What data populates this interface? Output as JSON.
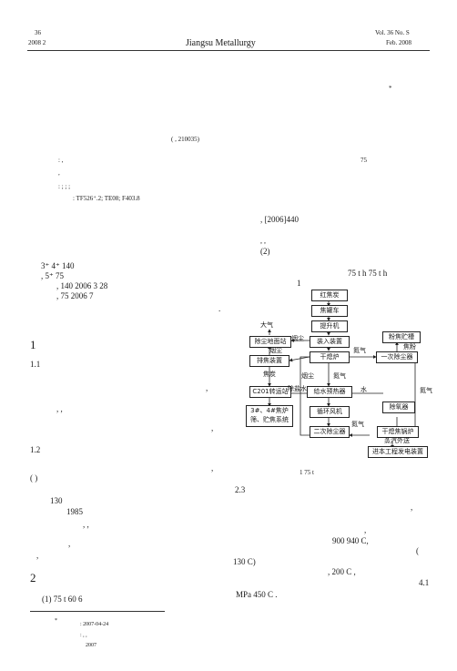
{
  "header": {
    "vol_left": "36",
    "year_left": "2008   2",
    "journal": "Jiangsu Metallurgy",
    "vol_right": "Vol. 36  No. S",
    "date_right": "Feb. 2008"
  },
  "title_marker": "*",
  "affiliation": "(                ,            210035)",
  "abstract": {
    "line1": ":                                    ,",
    "line1_b": "75",
    "line2": ",",
    "keywords": ":       ;      ;      ;",
    "clc": ":  TF526⁺.2;  TE08;  F403.8"
  },
  "right_intro": {
    "ref_line": ",                    [2006]440",
    "line2": ",                        ,",
    "line3": "(2)"
  },
  "left_para": {
    "l1": "3⁺  4⁺                                                          140",
    "l2": ",    5⁺                                                            75",
    "l3": ",        140                        2006    3    28",
    "l4": ",         75                         2006    7",
    "l5": "."
  },
  "right_text": {
    "line1": "75 t h    75 t h",
    "line2": "1"
  },
  "sections": {
    "s1": "1",
    "s1_1": "1.1",
    "s1_2": "1.2",
    "s2": "2"
  },
  "left_body": {
    "a": ",",
    "b": ",                              ,",
    "c": ",",
    "d": "(          )",
    "e": "130",
    "f": "1985",
    "g": ",                                   ,",
    "h": ",",
    "i": ",",
    "j": "(1) 75 t                                         60      6"
  },
  "flowchart": {
    "boxes": {
      "red_coke": "红焦炭",
      "coke_tank": "焦罐车",
      "hoist": "提升机",
      "charging": "装入装置",
      "dust_ground": "除尘地面站",
      "dryer": "干熄炉",
      "coke_discharge": "排焦装置",
      "feedwater_preheater": "给水预热器",
      "powder_storage": "粉焦贮槽",
      "primary_dust": "一次除尘器",
      "deaerator": "除氧器",
      "c201": "C201转运站",
      "circ_fan": "循环风机",
      "coke_system": "3#、4#焦炉筛、贮焦系统",
      "secondary_dust": "二次除尘器",
      "boiler": "干熄焦锅炉",
      "power_plant": "进本工程发电装置"
    },
    "labels": {
      "air": "大气",
      "flue_dust": "烟尘",
      "smoke_dust": "烟尘",
      "coke": "焦炭",
      "nitrogen1": "氮气",
      "coke_powder": "焦粉",
      "smoke_dust2": "烟尘",
      "nitrogen2": "氮气",
      "desalted_water": "除盐水",
      "water": "水",
      "nitrogen3": "氮气",
      "nitrogen4": "氮气",
      "steam_out": "蒸汽外送"
    }
  },
  "fig_caption": "1    75 t",
  "right_lower": {
    "sec": "2.3",
    "l1": ",",
    "l2": ",",
    "l3": "900    940  C,",
    "l4": "(",
    "l5": "130 C)",
    "l6": ",                          200  C      ,",
    "l7": "4.1",
    "l8": "MPa  450  C        ."
  },
  "footnote": {
    "star": "*",
    "date": ": 2007-04-24",
    "l2": ":       ,     ,",
    "l3": "2007"
  }
}
